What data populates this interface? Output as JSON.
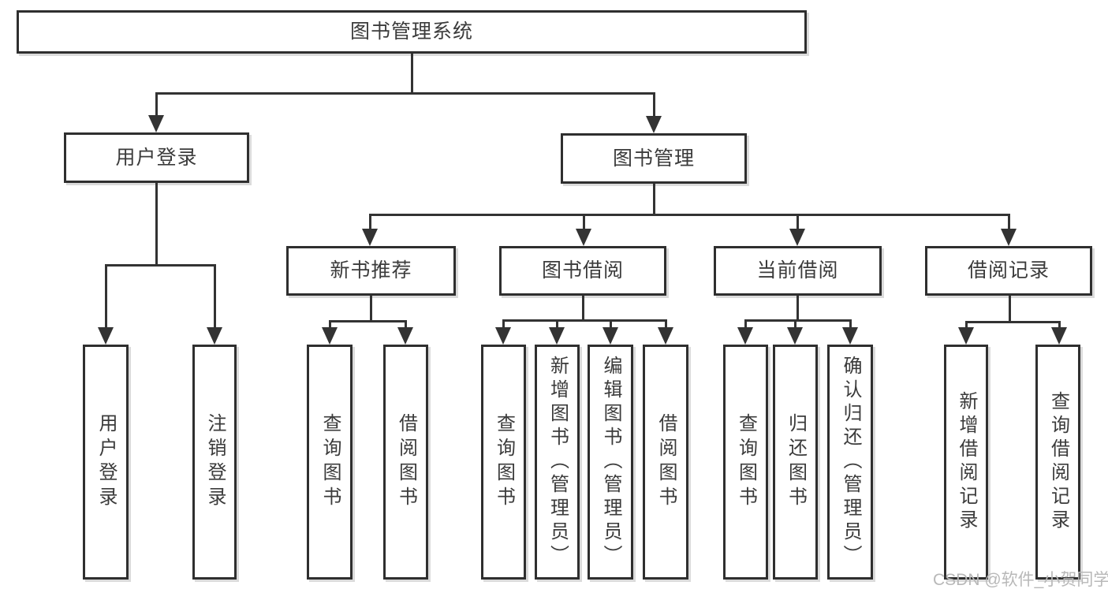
{
  "tree": {
    "root": {
      "label": "图书管理系统",
      "children": [
        {
          "label": "用户登录",
          "children": [
            {
              "label": "用户登录"
            },
            {
              "label": "注销登录"
            }
          ]
        },
        {
          "label": "图书管理",
          "children": [
            {
              "label": "新书推荐",
              "children": [
                {
                  "label": "查询图书"
                },
                {
                  "label": "借阅图书"
                }
              ]
            },
            {
              "label": "图书借阅",
              "children": [
                {
                  "label": "查询图书"
                },
                {
                  "label": "新增图书（管理员）"
                },
                {
                  "label": "编辑图书（管理员）"
                },
                {
                  "label": "借阅图书"
                }
              ]
            },
            {
              "label": "当前借阅",
              "children": [
                {
                  "label": "查询图书"
                },
                {
                  "label": "归还图书"
                },
                {
                  "label": "确认归还（管理员）"
                }
              ]
            },
            {
              "label": "借阅记录",
              "children": [
                {
                  "label": "新增借阅记录"
                },
                {
                  "label": "查询借阅记录"
                }
              ]
            }
          ]
        }
      ]
    }
  },
  "watermark": "CSDN @软件_小贺同学",
  "colors": {
    "line": "#333333",
    "border": "#2f2f2f",
    "text": "#3b3b3b",
    "background": "#ffffff",
    "watermark": "#b8b8b8"
  }
}
